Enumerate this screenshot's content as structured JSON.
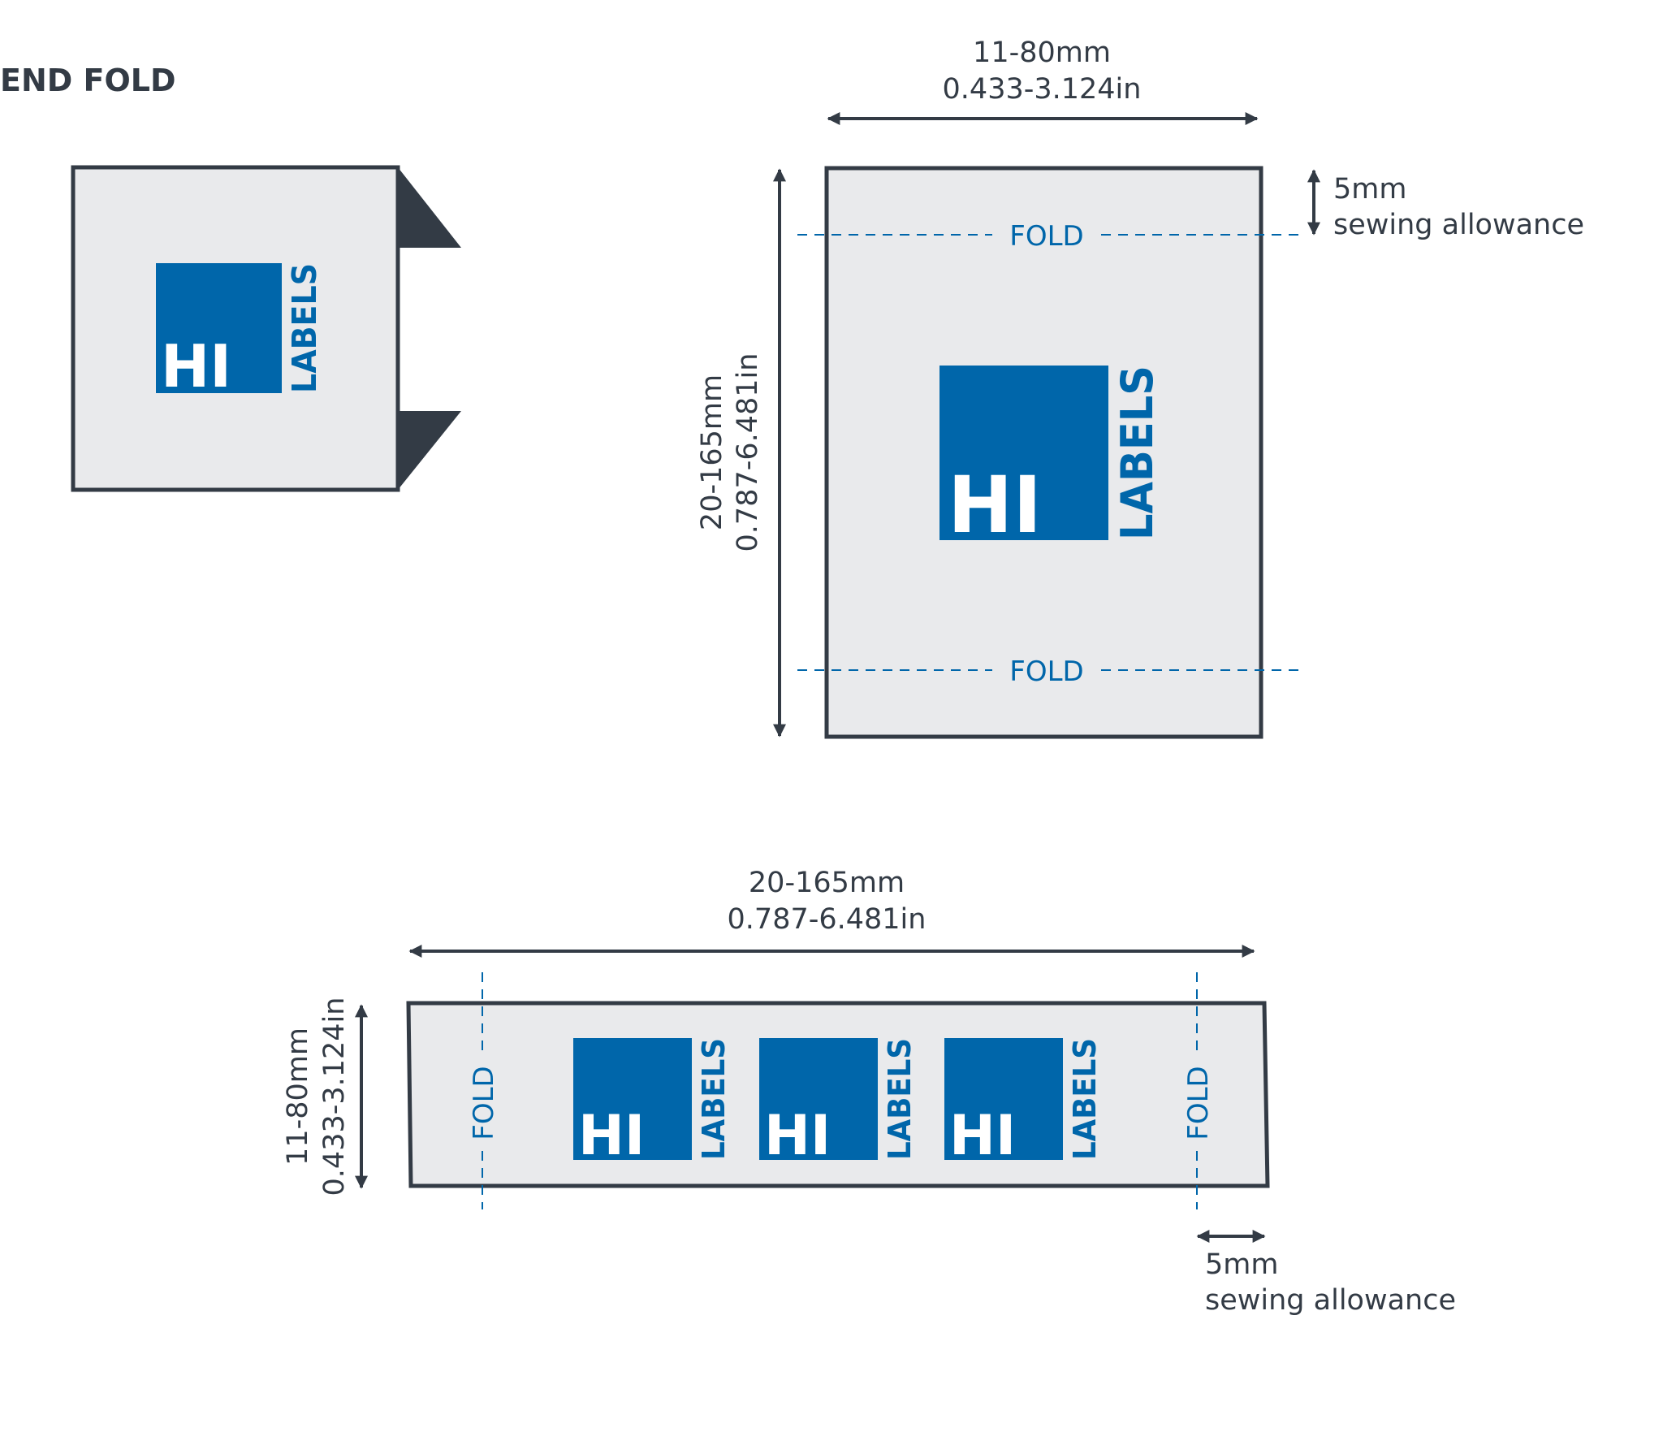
{
  "title": "END FOLD",
  "colors": {
    "outline": "#333b45",
    "label_fill": "#e9eaec",
    "brand_blue": "#0066aa",
    "white": "#ffffff"
  },
  "logo": {
    "hi": "HI",
    "labels": "LABELS"
  },
  "folded_view": {
    "logo": {
      "hi": "HI",
      "labels": "LABELS"
    }
  },
  "front_view": {
    "width_mm": "11-80mm",
    "width_in": "0.433-3.124in",
    "length_mm": "20-165mm",
    "length_in": "0.787-6.481in",
    "fold_top": "FOLD",
    "fold_bottom": "FOLD",
    "allowance_mm": "5mm",
    "allowance_text": "sewing allowance",
    "logo": {
      "hi": "HI",
      "labels": "LABELS"
    }
  },
  "flat_view": {
    "length_mm": "20-165mm",
    "length_in": "0.787-6.481in",
    "width_mm": "11-80mm",
    "width_in": "0.433-3.124in",
    "fold_left": "FOLD",
    "fold_right": "FOLD",
    "allowance_mm": "5mm",
    "allowance_text": "sewing allowance",
    "logos": [
      {
        "hi": "HI",
        "labels": "LABELS"
      },
      {
        "hi": "HI",
        "labels": "LABELS"
      },
      {
        "hi": "HI",
        "labels": "LABELS"
      }
    ]
  }
}
